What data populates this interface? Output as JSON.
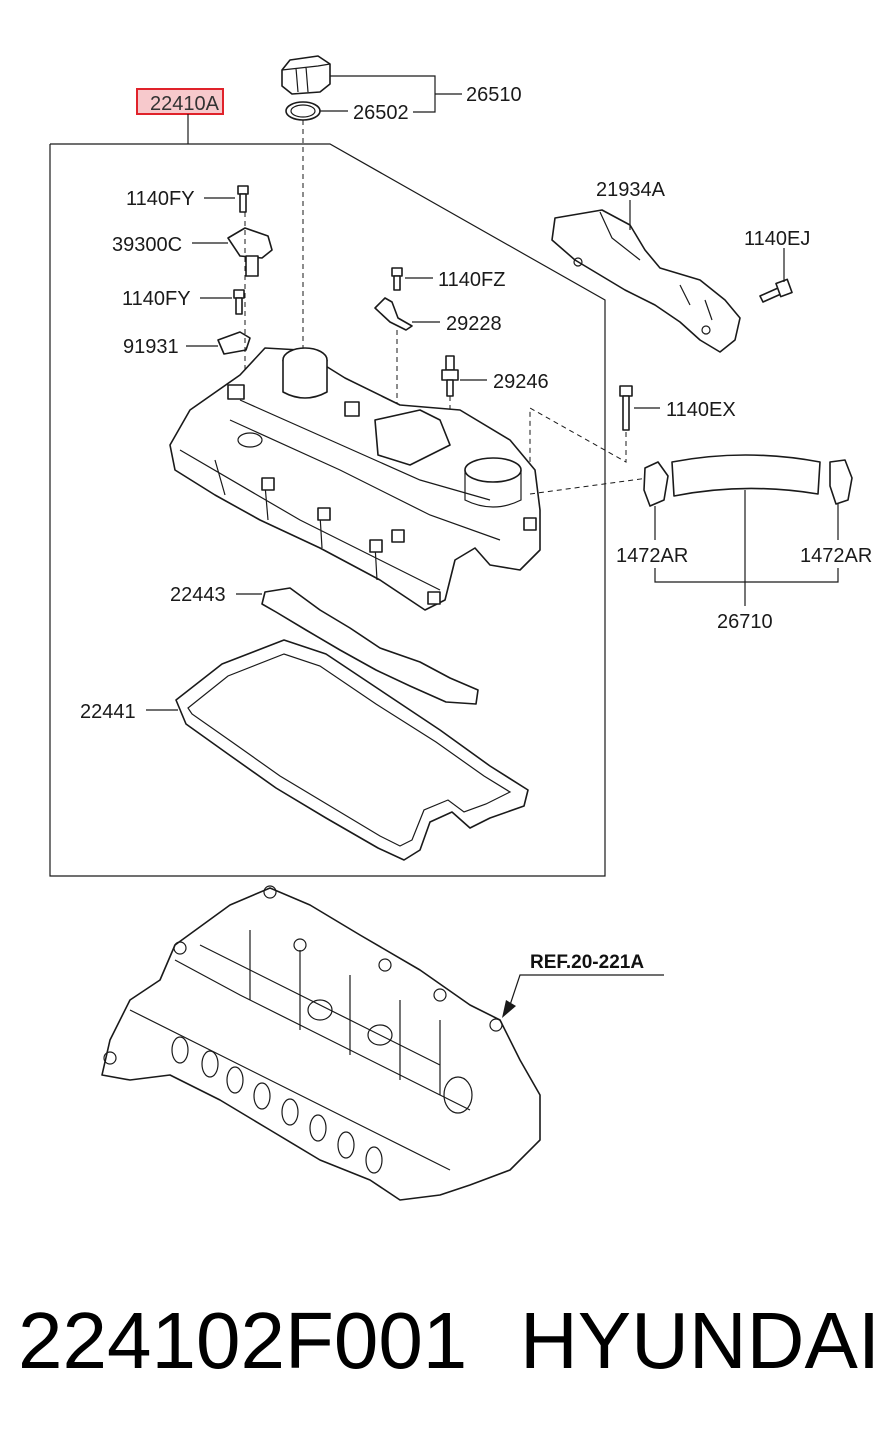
{
  "highlighted_part": "22410A",
  "callouts": {
    "c26510": "26510",
    "c26502": "26502",
    "c21934A": "21934A",
    "c1140EJ": "1140EJ",
    "c1140FY_a": "1140FY",
    "c39300C": "39300C",
    "c1140FZ": "1140FZ",
    "c1140FY_b": "1140FY",
    "c29228": "29228",
    "c91931": "91931",
    "c29246": "29246",
    "c1140EX": "1140EX",
    "c1472AR_a": "1472AR",
    "c1472AR_b": "1472AR",
    "c26710": "26710",
    "c22443": "22443",
    "c22441": "22441"
  },
  "reference": "REF.20-221A",
  "footer": {
    "part_number": "224102F001",
    "brand": "HYUNDAI"
  },
  "colors": {
    "highlight_border": "#e0222a",
    "highlight_fill": "#f7c9cc",
    "line": "#1a1a1a"
  }
}
